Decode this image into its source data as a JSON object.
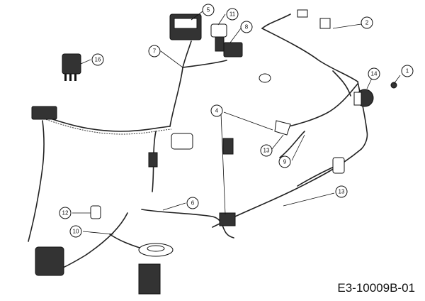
{
  "drawing_code": "E3-10009B-01",
  "callouts": [
    {
      "label": "1"
    },
    {
      "label": "2"
    },
    {
      "label": "4"
    },
    {
      "label": "5"
    },
    {
      "label": "6"
    },
    {
      "label": "7"
    },
    {
      "label": "8"
    },
    {
      "label": "9"
    },
    {
      "label": "10"
    },
    {
      "label": "11"
    },
    {
      "label": "12"
    },
    {
      "label": "13"
    },
    {
      "label": "13"
    },
    {
      "label": "14"
    },
    {
      "label": "16"
    }
  ]
}
